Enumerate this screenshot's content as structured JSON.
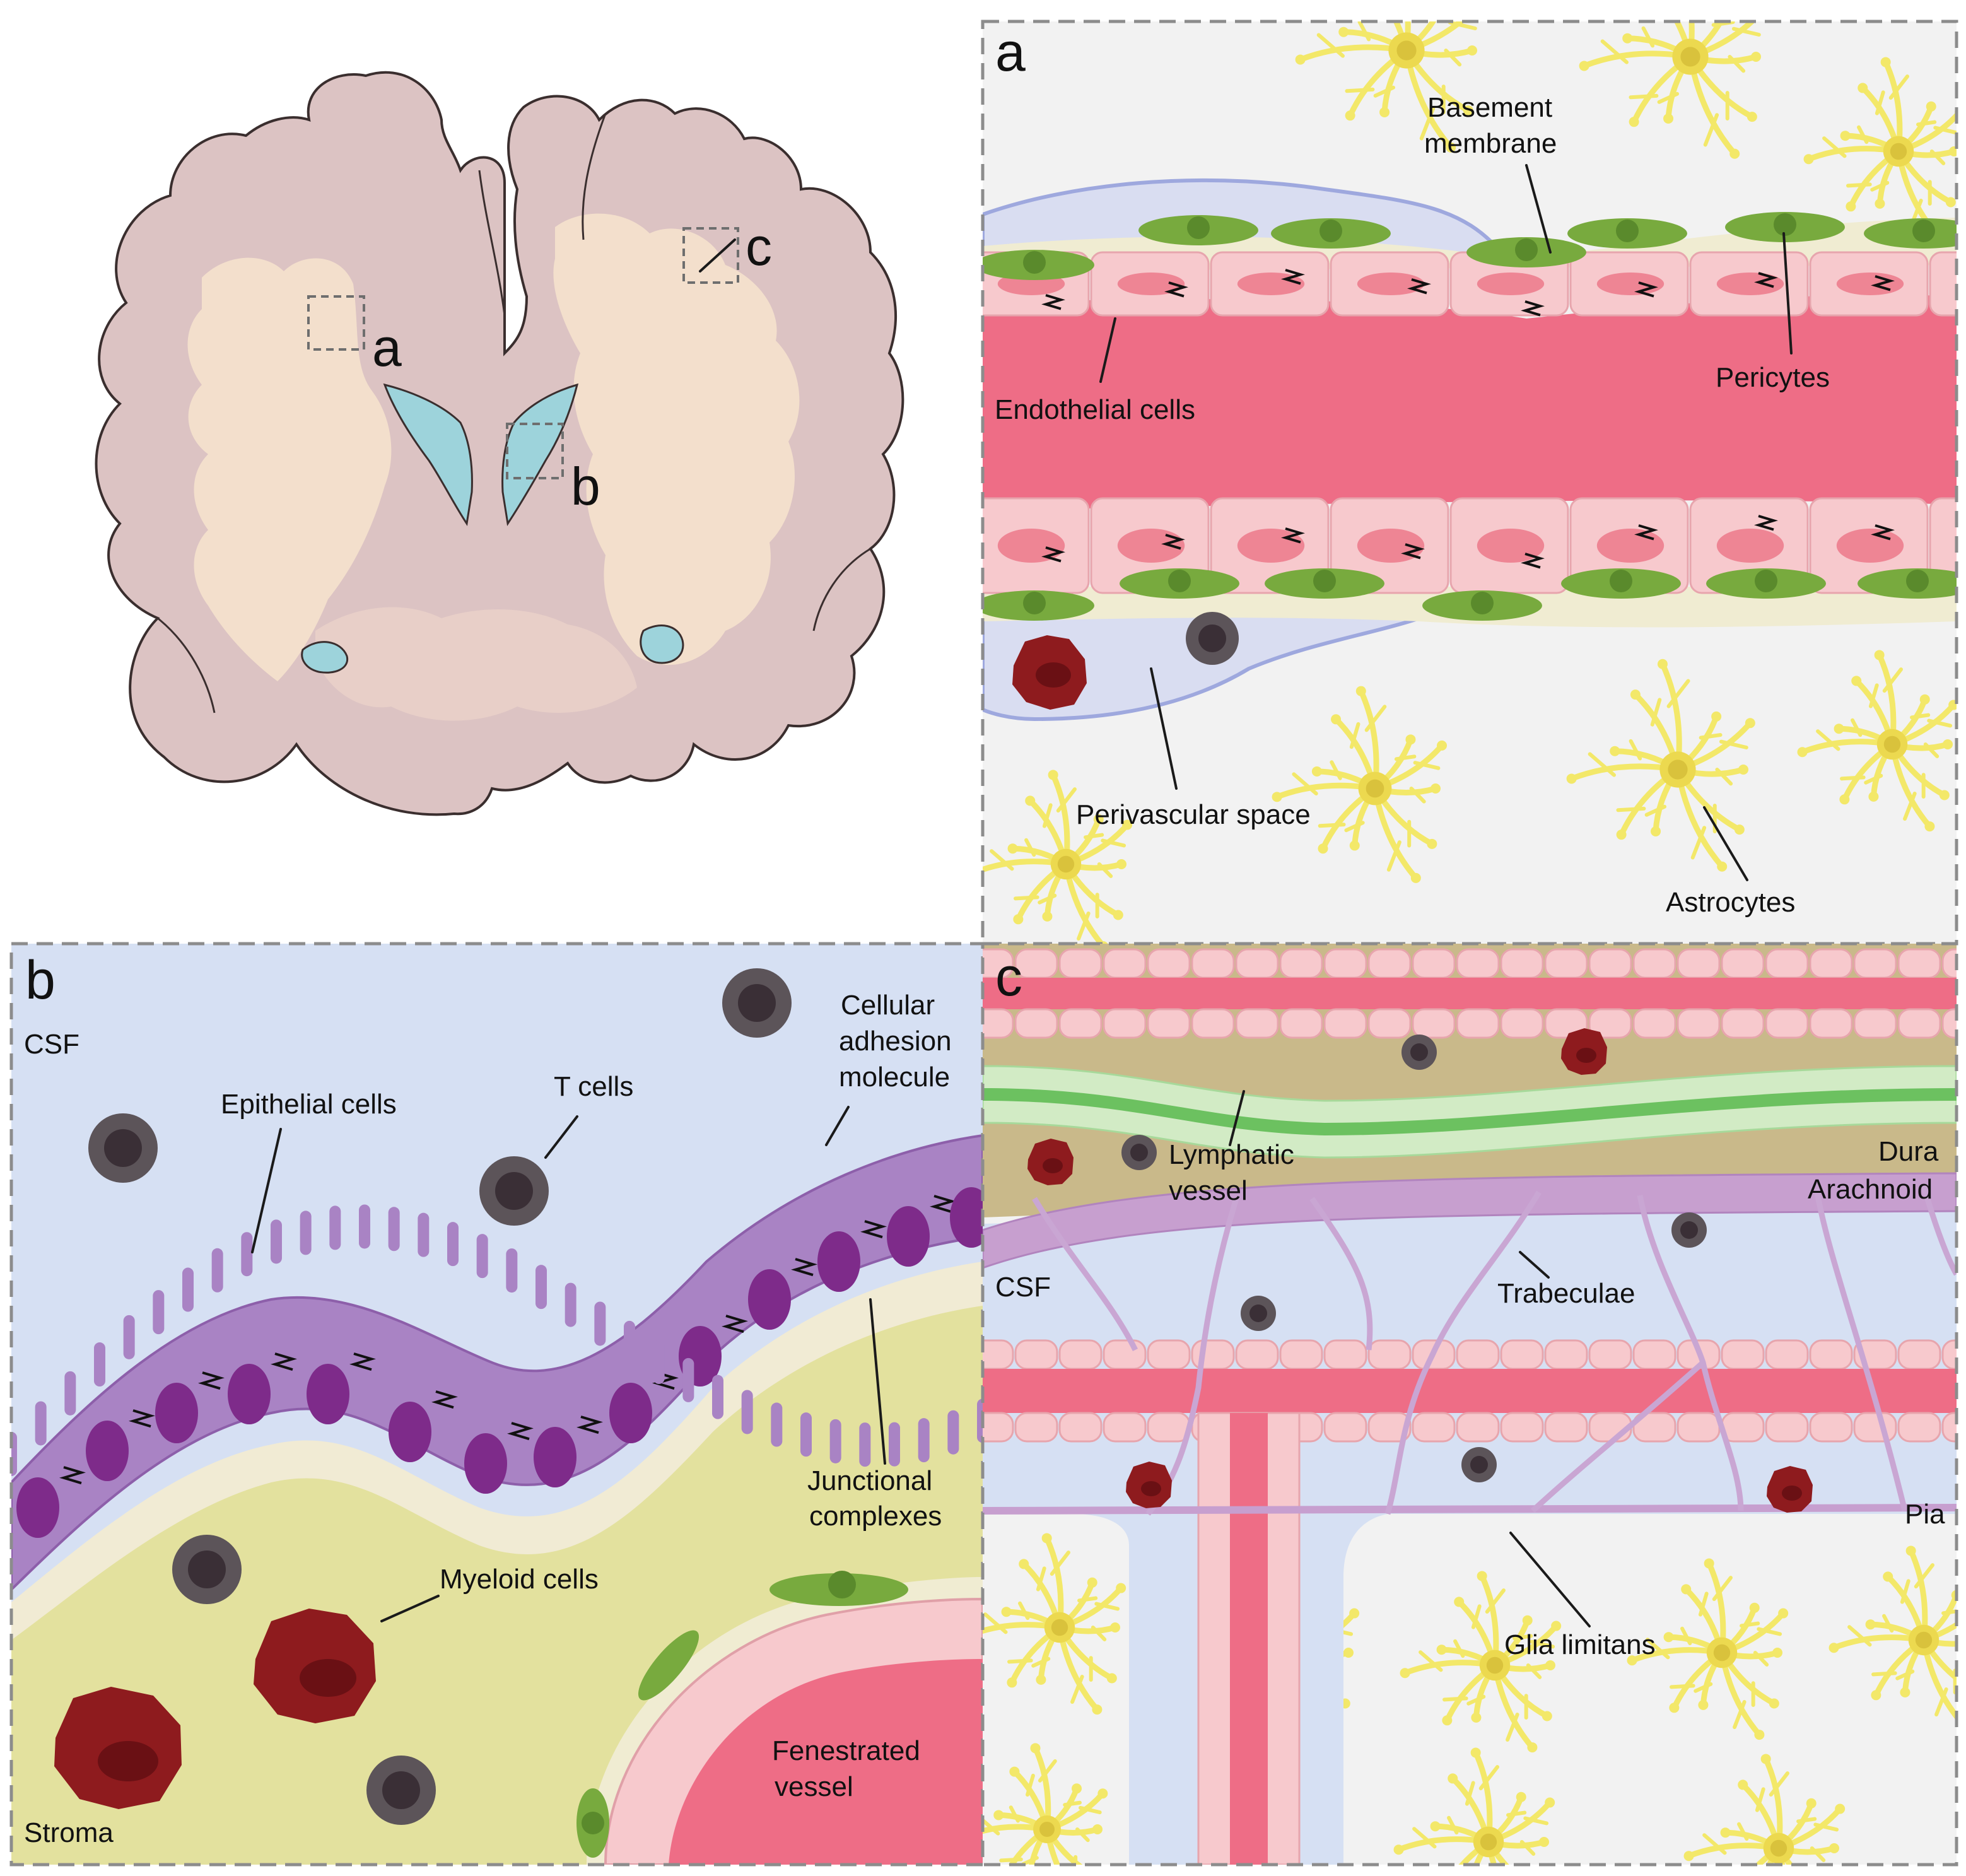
{
  "brain": {
    "region_labels": [
      "a",
      "b",
      "c"
    ]
  },
  "panel_a": {
    "letter": "a",
    "labels": {
      "basement_membrane": [
        "Basement",
        "membrane"
      ],
      "pericytes": "Pericytes",
      "endothelial_cells": "Endothelial cells",
      "perivascular_space": "Perivascular space",
      "astrocytes": "Astrocytes"
    }
  },
  "panel_b": {
    "letter": "b",
    "labels": {
      "csf": "CSF",
      "epithelial_cells": "Epithelial cells",
      "t_cells": "T cells",
      "cellular_adhesion_molecule": [
        "Cellular",
        "adhesion",
        "molecule"
      ],
      "junctional_complexes": [
        "Junctional",
        "complexes"
      ],
      "myeloid_cells": "Myeloid cells",
      "fenestrated_vessel": [
        "Fenestrated",
        "vessel"
      ],
      "stroma": "Stroma"
    }
  },
  "panel_c": {
    "letter": "c",
    "labels": {
      "lymphatic_vessel": [
        "Lymphatic",
        "vessel"
      ],
      "dura": "Dura",
      "arachnoid": "Arachnoid",
      "csf": "CSF",
      "trabeculae": "Trabeculae",
      "pia": "Pia",
      "glia_limitans": "Glia limitans"
    }
  },
  "colors": {
    "brain_gray_matter": "#dcc3c3",
    "brain_white_matter": "#f3dfcc",
    "ventricle": "#9dd3db",
    "blood": "#ee6d86",
    "endothelium": "#f7c9cd",
    "pericyte": "#78aa3e",
    "astrocyte": "#f3e869",
    "perivascular_space": "#d9ddf1",
    "csf": "#d6e0f3",
    "epithelium": "#a983c4",
    "nucleus": "#7e2b8a",
    "stroma": "#e3e19e",
    "myeloid": "#8e1b1e",
    "t_cell": "#5c5459",
    "dura": "#c9b98a",
    "lymphatic": "#6cc160",
    "arachnoid": "#c79fcf",
    "panel_background": "#f2f2f2"
  }
}
